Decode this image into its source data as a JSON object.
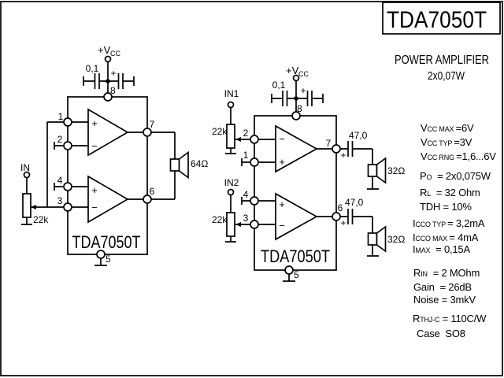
{
  "title_block": {
    "part_number": "TDA7050T",
    "desc1": "POWER AMPLIFIER",
    "desc2": "2x0,07W"
  },
  "glyphs": {
    "plus": "+",
    "minus": "−"
  },
  "left": {
    "ic_label": "TDA7050T",
    "supply_main": "+V",
    "supply_sub": "CC",
    "bypass_cap": "0,1",
    "input_label": "IN",
    "pot_value": "22k",
    "speaker_value": "64Ω",
    "pins": {
      "p1": "1",
      "p2": "2",
      "p3": "3",
      "p4": "4",
      "p5": "5",
      "p6": "6",
      "p7": "7",
      "p8": "8"
    }
  },
  "right": {
    "ic_label": "TDA7050T",
    "supply_main": "+V",
    "supply_sub": "CC",
    "bypass_cap": "0,1",
    "input1_label": "IN1",
    "input2_label": "IN2",
    "pot1_value": "22k",
    "pot2_value": "22k",
    "out_cap1": "47,0",
    "out_cap2": "47,0",
    "speaker1_value": "32Ω",
    "speaker2_value": "32Ω",
    "pins": {
      "p1": "1",
      "p2": "2",
      "p3": "3",
      "p4": "4",
      "p5": "5",
      "p6": "6",
      "p7": "7",
      "p8": "8"
    }
  },
  "specs": {
    "lines": [
      {
        "id": "vcc-max",
        "segments": [
          {
            "t": "V"
          },
          {
            "t": "CC",
            "s": 1
          },
          {
            "t": " MAX ",
            "s": 1
          },
          {
            "t": "=6V"
          }
        ]
      },
      {
        "id": "vcc-typ",
        "segments": [
          {
            "t": "V"
          },
          {
            "t": "CC",
            "s": 1
          },
          {
            "t": " TYP ",
            "s": 1
          },
          {
            "t": "=3V"
          }
        ]
      },
      {
        "id": "vcc-rng",
        "segments": [
          {
            "t": "V"
          },
          {
            "t": "CC",
            "s": 1
          },
          {
            "t": " RNG ",
            "s": 1
          },
          {
            "t": "=1,6...6V"
          }
        ]
      },
      {
        "id": "po",
        "segments": [
          {
            "t": "P"
          },
          {
            "t": "O",
            "s": 1
          },
          {
            "t": "  = 2x0,075W"
          }
        ]
      },
      {
        "id": "rl",
        "segments": [
          {
            "t": "R"
          },
          {
            "t": "L",
            "s": 1
          },
          {
            "t": "  = 32 Ohm"
          }
        ]
      },
      {
        "id": "tdh",
        "segments": [
          {
            "t": "TDH = 10%"
          }
        ]
      },
      {
        "id": "icco-typ",
        "segments": [
          {
            "t": "I"
          },
          {
            "t": "CCO",
            "s": 1
          },
          {
            "t": " TYP ",
            "s": 1
          },
          {
            "t": "= 3,2mA"
          }
        ]
      },
      {
        "id": "icco-max",
        "segments": [
          {
            "t": "I"
          },
          {
            "t": "CCO",
            "s": 1
          },
          {
            "t": " MAX ",
            "s": 1
          },
          {
            "t": "= 4mA"
          }
        ]
      },
      {
        "id": "imax",
        "segments": [
          {
            "t": "I"
          },
          {
            "t": "MAX",
            "s": 1
          },
          {
            "t": "  = 0,15A"
          }
        ]
      },
      {
        "id": "rin",
        "segments": [
          {
            "t": "R"
          },
          {
            "t": "IN",
            "s": 1
          },
          {
            "t": "  = 2 MOhm"
          }
        ]
      },
      {
        "id": "gain",
        "segments": [
          {
            "t": "Gain  = 26dB"
          }
        ]
      },
      {
        "id": "noise",
        "segments": [
          {
            "t": "Noise = 3mkV"
          }
        ]
      },
      {
        "id": "rthj",
        "segments": [
          {
            "t": "R"
          },
          {
            "t": "THJ-C",
            "s": 1
          },
          {
            "t": " = 110C/W"
          }
        ]
      },
      {
        "id": "case",
        "segments": [
          {
            "t": "Case  SO8"
          }
        ]
      }
    ]
  }
}
